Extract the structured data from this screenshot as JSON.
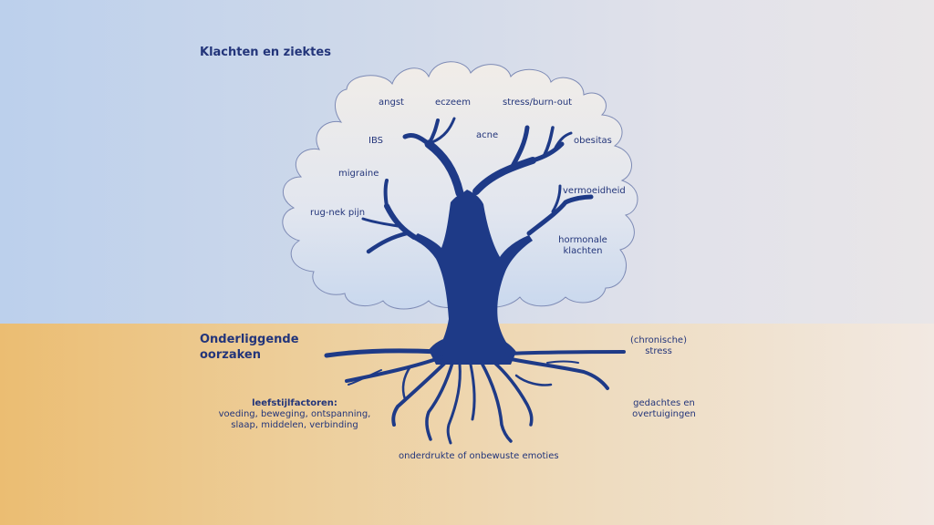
{
  "colors": {
    "tree": "#1e3a87",
    "text": "#23357a",
    "crown_fill": "#dfe5f1",
    "crown_stroke": "#7e8bb5"
  },
  "top_heading": "Klachten en ziektes",
  "bottom_heading_line1": "Onderliggende",
  "bottom_heading_line2": "oorzaken",
  "complaints": {
    "angst": "angst",
    "eczeem": "eczeem",
    "stress_burnout": "stress/burn-out",
    "ibs": "IBS",
    "acne": "acne",
    "obesitas": "obesitas",
    "migraine": "migraine",
    "vermoeidheid": "vermoeidheid",
    "rug_nek_pijn": "rug-nek pijn",
    "hormonale_line1": "hormonale",
    "hormonale_line2": "klachten"
  },
  "causes": {
    "chronische_line1": "(chronische)",
    "chronische_line2": "stress",
    "leefstijl_title": "leefstijlfactoren:",
    "leefstijl_line1": "voeding, beweging, ontspanning,",
    "leefstijl_line2": "slaap, middelen, verbinding",
    "gedachten_line1": "gedachtes en",
    "gedachten_line2": "overtuigingen",
    "emoties": "onderdrukte of onbewuste emoties"
  }
}
